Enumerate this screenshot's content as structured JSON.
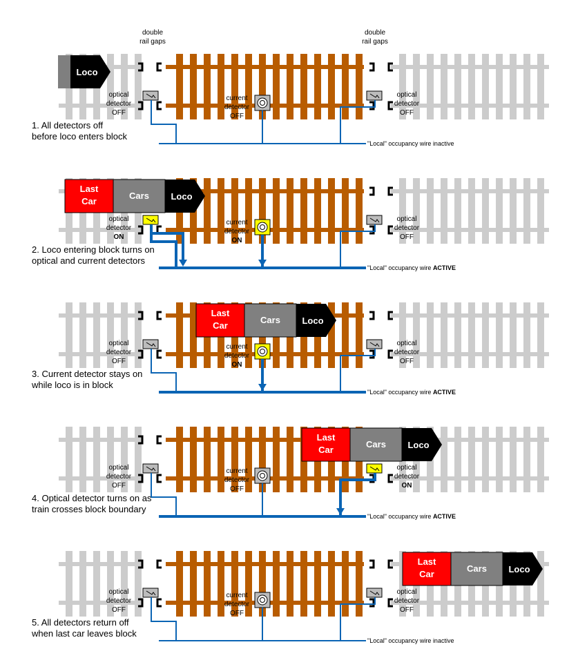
{
  "colors": {
    "rail_gray": "#cccccc",
    "rail_brown": "#b85c00",
    "wire_blue": "#0a64b4",
    "detector_on": "#ffff00",
    "detector_off": "#bcbcbc",
    "loco": "#000000",
    "cars": "#808080",
    "last_car": "#ff0000",
    "tail_gray": "#7f7f7f"
  },
  "header_labels": {
    "left": [
      "double",
      "rail gaps"
    ],
    "right": [
      "double",
      "rail gaps"
    ]
  },
  "vehicle_labels": {
    "loco": "Loco",
    "cars": "Cars",
    "last_car": [
      "Last",
      "Car"
    ]
  },
  "detector_labels": {
    "optical": [
      "optical",
      "detector"
    ],
    "current": [
      "current",
      "detector"
    ],
    "on": "ON",
    "off": "OFF"
  },
  "wire_labels": {
    "prefix": "\"Local\" occupancy wire",
    "inactive": "inactive",
    "active": "ACTIVE"
  },
  "steps": [
    {
      "caption": [
        "1.  All detectors off",
        "before loco enters block"
      ],
      "left_optical": "OFF",
      "current": "OFF",
      "right_optical": "OFF",
      "wire": "inactive",
      "train": "loco_only"
    },
    {
      "caption": [
        "2.  Loco entering block turns on",
        "optical and current detectors"
      ],
      "left_optical": "ON",
      "current": "ON",
      "right_optical": "OFF",
      "wire": "active",
      "train": "full"
    },
    {
      "caption": [
        "3.  Current detector stays on",
        "while loco is in block"
      ],
      "left_optical": "OFF",
      "current": "ON",
      "right_optical": "OFF",
      "wire": "active",
      "train": "full"
    },
    {
      "caption": [
        "4.  Optical detector turns on as",
        "train crosses block boundary"
      ],
      "left_optical": "OFF",
      "current": "OFF",
      "right_optical": "ON",
      "wire": "active",
      "train": "full"
    },
    {
      "caption": [
        "5.  All detectors return off",
        "when last car leaves block"
      ],
      "left_optical": "OFF",
      "current": "OFF",
      "right_optical": "OFF",
      "wire": "inactive",
      "train": "full"
    }
  ]
}
